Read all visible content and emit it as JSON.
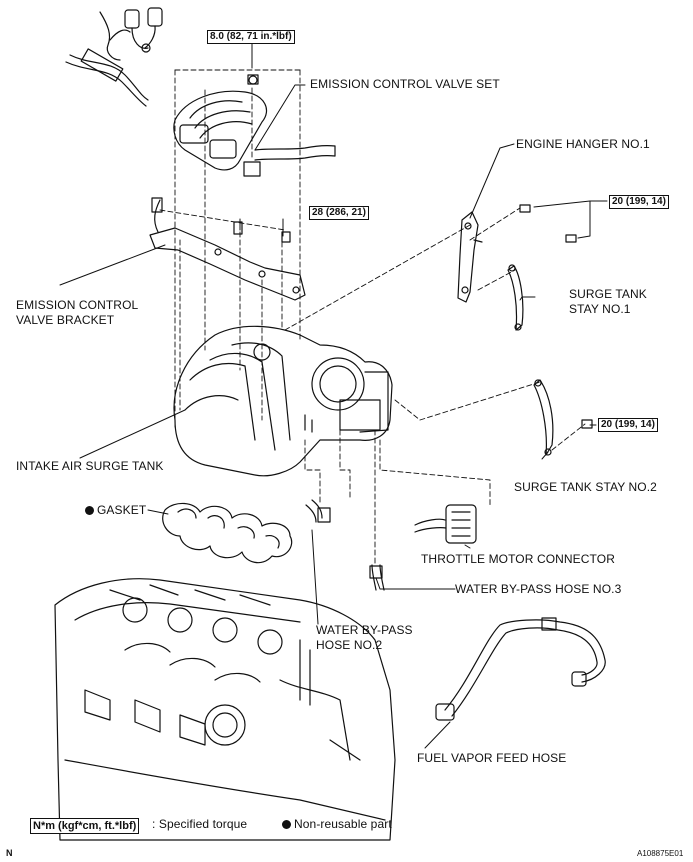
{
  "labels": {
    "emission_control_valve_set": "EMISSION CONTROL VALVE SET",
    "engine_hanger_no1": "ENGINE HANGER NO.1",
    "surge_tank_stay_no1_line1": "SURGE TANK",
    "surge_tank_stay_no1_line2": "STAY NO.1",
    "emission_control_valve_bracket_line1": "EMISSION CONTROL",
    "emission_control_valve_bracket_line2": "VALVE BRACKET",
    "intake_air_surge_tank": "INTAKE AIR SURGE TANK",
    "surge_tank_stay_no2": "SURGE TANK STAY NO.2",
    "gasket": "GASKET",
    "throttle_motor_connector": "THROTTLE MOTOR CONNECTOR",
    "water_bypass_hose_no3": "WATER BY-PASS HOSE NO.3",
    "water_bypass_hose_no2_line1": "WATER BY-PASS",
    "water_bypass_hose_no2_line2": "HOSE NO.2",
    "fuel_vapor_feed_hose": "FUEL VAPOR FEED HOSE"
  },
  "torques": {
    "t_8": "8.0 (82, 71 in.*lbf)",
    "t_28": "28 (286, 21)",
    "t_20a": "20 (199, 14)",
    "t_20b": "20 (199, 14)"
  },
  "legend": {
    "torque_unit": "N*m (kgf*cm, ft.*lbf)",
    "torque_text": ": Specified torque",
    "nonreusable_text": "Non-reusable part"
  },
  "corner": {
    "left": "N",
    "right": "A108875E01"
  }
}
